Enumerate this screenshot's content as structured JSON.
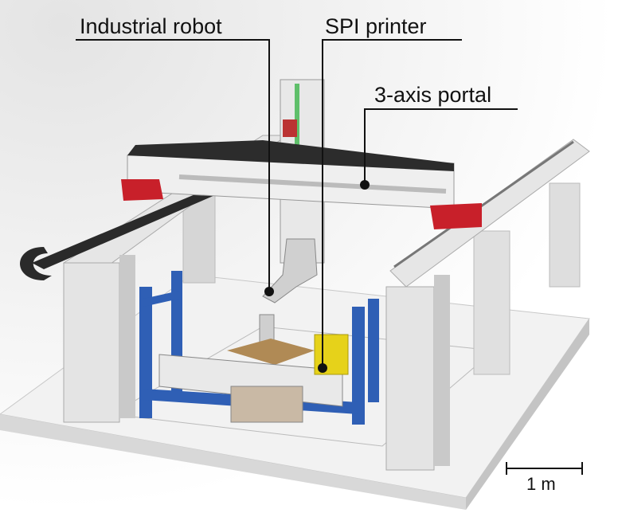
{
  "labels": {
    "robot": "Industrial robot",
    "printer": "SPI printer",
    "portal": "3-axis portal"
  },
  "scale_bar": {
    "label": "1 m"
  },
  "colors": {
    "frame_blue": "#2f5fb5",
    "bracket_red": "#c8202a",
    "printer_yellow": "#e6d21a",
    "structure_gray": "#dcdcdc",
    "rail_dark": "#2a2a2a"
  }
}
